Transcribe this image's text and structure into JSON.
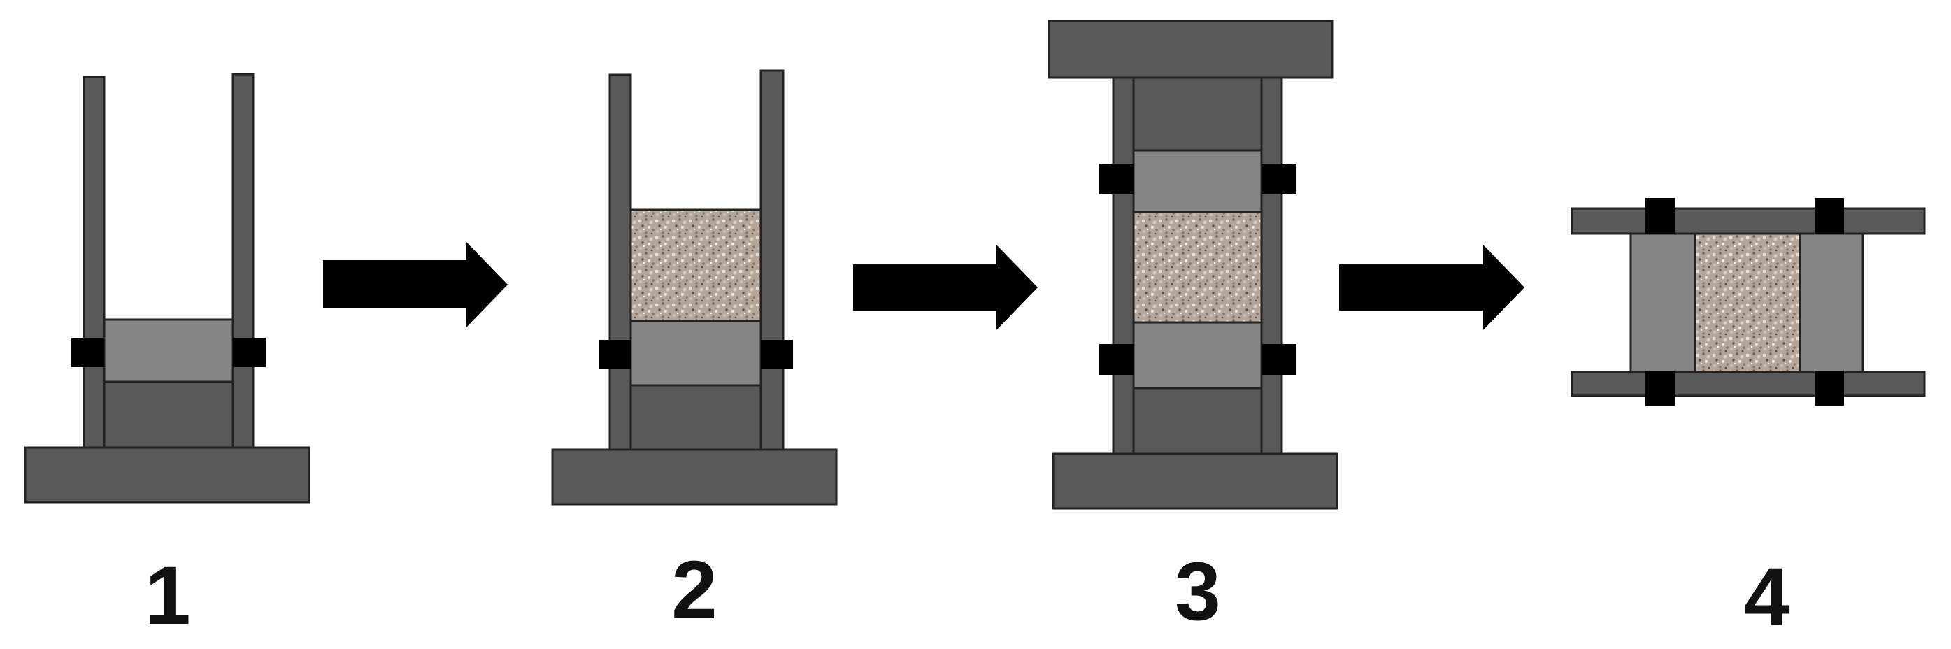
{
  "colors": {
    "dark_gray": "#595959",
    "mid_gray": "#858585",
    "outline": "#222222",
    "clamp": "#000000",
    "arrow": "#000000",
    "specimen": "#b5a699"
  },
  "steps": [
    {
      "label": "1"
    },
    {
      "label": "2"
    },
    {
      "label": "3"
    },
    {
      "label": "4"
    }
  ]
}
